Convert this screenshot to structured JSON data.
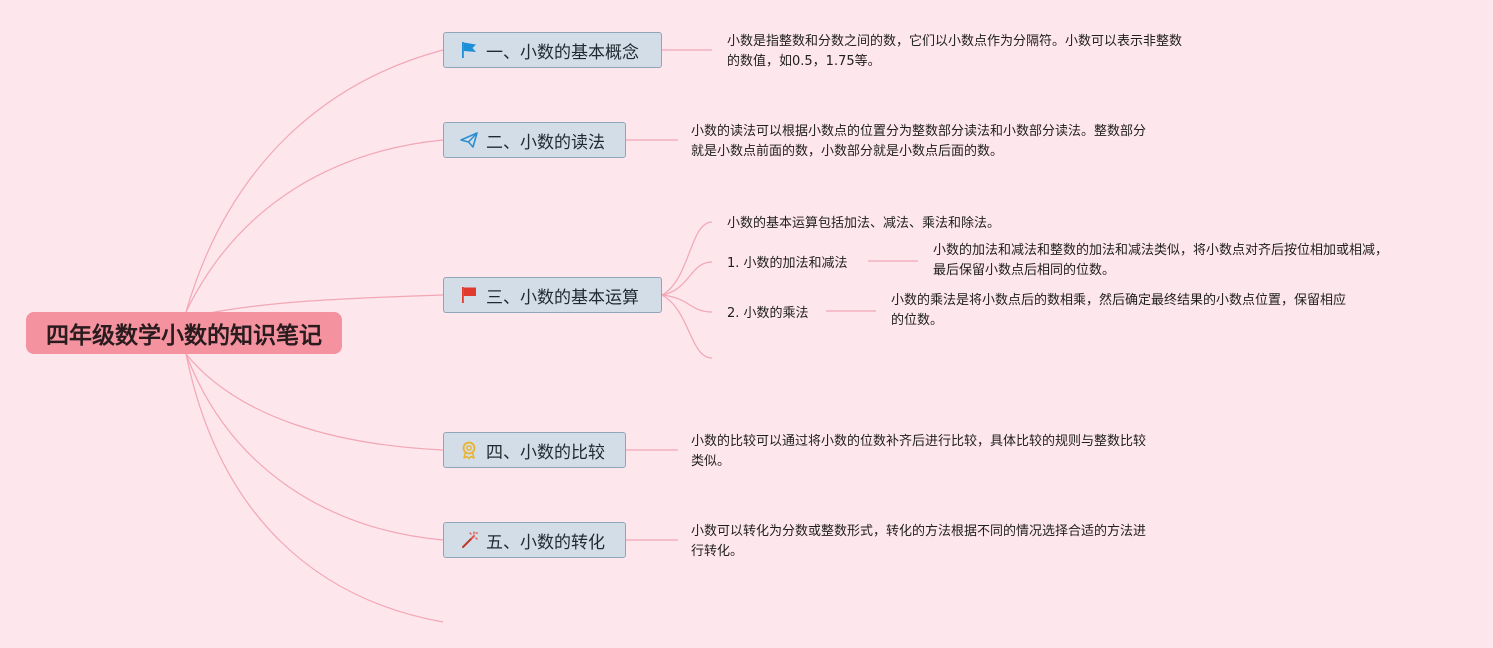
{
  "root": {
    "label": "四年级数学小数的知识笔记"
  },
  "topics": [
    {
      "label": "一、小数的基本概念",
      "icon": "blue-flag-icon",
      "note_lines": [
        "小数是指整数和分数之间的数，它们以小数点作为分隔符。小数可以表示非整数",
        "的数值，如0.5，1.75等。"
      ]
    },
    {
      "label": "二、小数的读法",
      "icon": "paper-plane-icon",
      "note_lines": [
        "小数的读法可以根据小数点的位置分为整数部分读法和小数部分读法。整数部分",
        "就是小数点前面的数，小数部分就是小数点后面的数。"
      ]
    },
    {
      "label": "三、小数的基本运算",
      "icon": "red-flag-icon",
      "intro": "小数的基本运算包括加法、减法、乘法和除法。",
      "subtopics": [
        {
          "label": "1. 小数的加法和减法",
          "note_lines": [
            "小数的加法和减法和整数的加法和减法类似，将小数点对齐后按位相加或相减，",
            "最后保留小数点后相同的位数。"
          ]
        },
        {
          "label": "2. 小数的乘法",
          "note_lines": [
            "小数的乘法是将小数点后的数相乘，然后确定最终结果的小数点位置，保留相应",
            "的位数。"
          ]
        }
      ]
    },
    {
      "label": "四、小数的比较",
      "icon": "award-medal-icon",
      "note_lines": [
        "小数的比较可以通过将小数的位数补齐后进行比较，具体比较的规则与整数比较",
        "类似。"
      ]
    },
    {
      "label": "五、小数的转化",
      "icon": "magic-wand-icon",
      "note_lines": [
        "小数可以转化为分数或整数形式，转化的方法根据不同的情况选择合适的方法进",
        "行转化。"
      ]
    }
  ],
  "colors": {
    "background": "#fde6ec",
    "root": "#f4939f",
    "topic_fill": "#d3dde8",
    "topic_border": "#8ea6b5",
    "connector": "#f2a7b5"
  }
}
